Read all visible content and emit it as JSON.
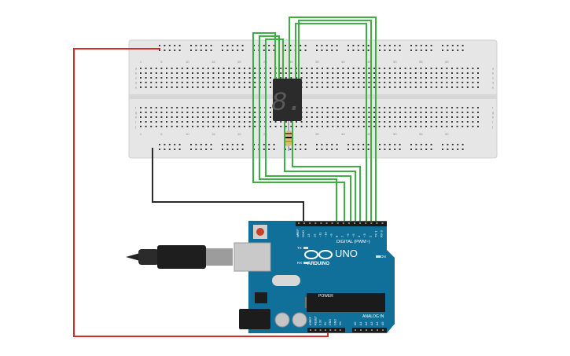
{
  "breadboard": {
    "column_numbers": [
      "1",
      "5",
      "10",
      "15",
      "20",
      "25",
      "30",
      "35",
      "40",
      "45",
      "50",
      "55",
      "60"
    ],
    "row_letters_top": [
      "a",
      "b",
      "c",
      "d",
      "e"
    ],
    "row_letters_bottom": [
      "f",
      "g",
      "h",
      "i",
      "j"
    ]
  },
  "display": {
    "digit": "8."
  },
  "arduino": {
    "brand": "ARDUINO",
    "model": "UNO",
    "digital_label": "DIGITAL (PWM~)",
    "power_label": "POWER",
    "analog_label": "ANALOG IN",
    "tx_label": "TX",
    "rx_label": "RX",
    "on_label": "ON",
    "l_label": "L",
    "digital_pins": [
      "AREF",
      "GND",
      "13",
      "12",
      "~11",
      "~10",
      "~9",
      "8",
      "7",
      "~6",
      "~5",
      "4",
      "~3",
      "2",
      "TX 1",
      "RX 0"
    ],
    "power_pins": [
      "IOREF",
      "RESET",
      "3.3V",
      "5V",
      "GND",
      "GND",
      "Vin"
    ],
    "analog_pins": [
      "A0",
      "A1",
      "A2",
      "A3",
      "A4",
      "A5"
    ]
  },
  "colors": {
    "wire_green": "#3cb043",
    "wire_red": "#d42d2d",
    "wire_black": "#2a2a2a",
    "board_teal": "#11709a",
    "breadboard_bg": "#e6e6e6"
  }
}
